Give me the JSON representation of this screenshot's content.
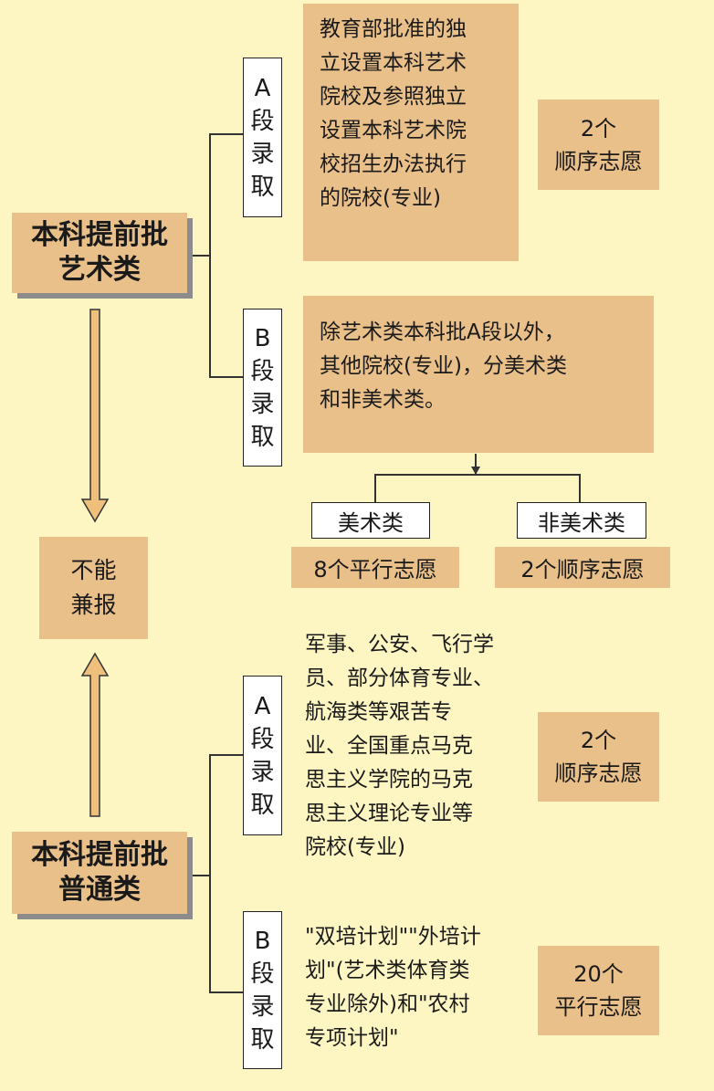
{
  "art": {
    "title": "本科提前批\n艺术类",
    "a_label": "A\n段\n录\n取",
    "a_desc": "教育部批准的独\n立设置本科艺术\n院校及参照独立\n设置本科艺术院\n校招生办法执行\n的院校(专业)",
    "a_volunteer": "2个\n顺序志愿",
    "b_label": "B\n段\n录\n取",
    "b_desc": "除艺术类本科批A段以外，\n其他院校(专业)，分美术类\n和非美术类。",
    "fine_arts": "美术类",
    "fine_arts_volunteer": "8个平行志愿",
    "non_fine_arts": "非美术类",
    "non_fine_arts_volunteer": "2个顺序志愿"
  },
  "cannot_combine": "不能\n兼报",
  "general": {
    "title": "本科提前批\n普通类",
    "a_label": "A\n段\n录\n取",
    "a_desc": "军事、公安、飞行学\n员、部分体育专业、\n航海类等艰苦专\n业、全国重点马克\n思主义学院的马克\n思主义理论专业等\n院校(专业)",
    "a_volunteer": "2个\n顺序志愿",
    "b_label": "B\n段\n录\n取",
    "b_desc": "\"双培计划\"\"外培计\n划\"(艺术类体育类\n专业除外)和\"农村\n专项计划\"",
    "b_volunteer": "20个\n平行志愿"
  },
  "colors": {
    "background": "#fdf6c3",
    "box": "#e9bf8a",
    "shadow": "#8c8c8c"
  }
}
